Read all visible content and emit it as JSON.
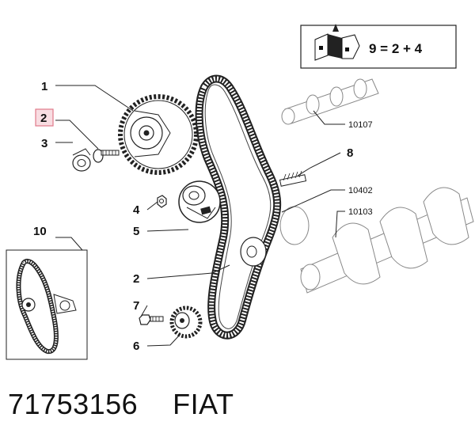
{
  "kit_box": {
    "formula": "9 = 2 + 4",
    "icon": "parts-kit-icon"
  },
  "callouts": [
    {
      "number": "1"
    },
    {
      "number": "2",
      "highlighted": true
    },
    {
      "number": "3"
    },
    {
      "number": "4"
    },
    {
      "number": "5"
    },
    {
      "number": "2"
    },
    {
      "number": "7"
    },
    {
      "number": "6"
    },
    {
      "number": "8"
    },
    {
      "number": "10"
    }
  ],
  "references": [
    {
      "code": "10107"
    },
    {
      "code": "10402"
    },
    {
      "code": "10103"
    }
  ],
  "highlight_color": "#e07a8a",
  "footer": {
    "part_number": "71753156",
    "brand": "FIAT"
  }
}
